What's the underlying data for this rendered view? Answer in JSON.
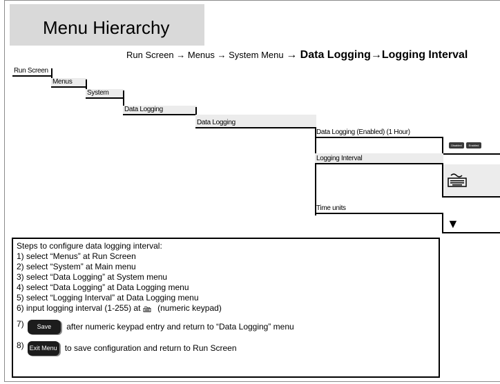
{
  "title": "Menu Hierarchy",
  "breadcrumb": {
    "prefix": "Run Screen → Menus → System Menu",
    "suffix": "→ Data Logging→Logging Interval"
  },
  "levels": {
    "run_screen": "Run Screen",
    "menus": "Menus",
    "system": "System",
    "data_logging_1": "Data Logging",
    "data_logging_2": "Data Logging",
    "data_logging_enabled": "Data Logging (Enabled) (1 Hour)",
    "logging_interval": "Logging Interval",
    "time_units": "Time units"
  },
  "toggle_buttons": {
    "disabled": "Disabled",
    "enabled": "Enabled"
  },
  "icons": {
    "keypad": "keyboard-icon",
    "dropdown": "triangle-down-icon"
  },
  "steps": {
    "heading": "Steps to configure data logging interval:",
    "s1": "1)  select “Menus” at Run Screen",
    "s2": "2)  select “System” at Main menu",
    "s3": "3)  select “Data Logging” at System menu",
    "s4": "4)  select “Data Logging” at Data Logging menu",
    "s5": "5)  select “Logging Interval” at Data Logging menu",
    "s6_pre": "6)  input logging interval (1-255) at",
    "s6_post": "(numeric keypad)",
    "s7_num": "7)",
    "s7_btn": "Save",
    "s7_text": "after numeric keypad entry and return to “Data Logging” menu",
    "s8_num": "8)",
    "s8_btn": "Exit Menu",
    "s8_text": "to save configuration and return to Run Screen"
  }
}
